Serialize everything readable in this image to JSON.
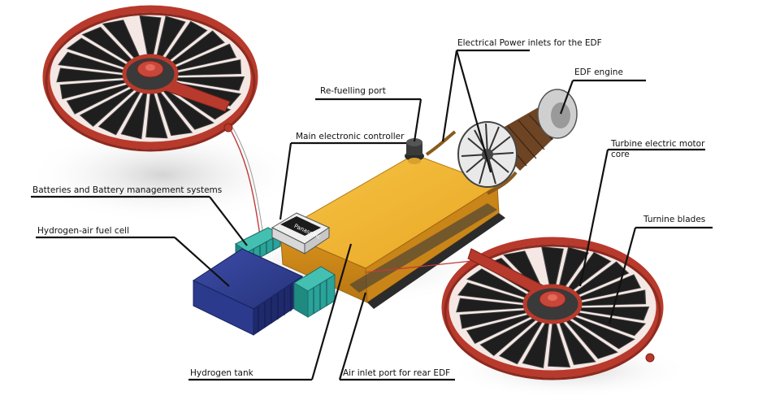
{
  "callouts": {
    "electrical_inlets": "Electrical Power inlets for the EDF",
    "edf_engine": "EDF engine",
    "refuelling_port": "Re-fuelling port",
    "main_controller": "Main electronic controller",
    "batteries": "Batteries and Battery management systems",
    "fuel_cell": "Hydrogen-air fuel cell",
    "motor_core": "Turbine electric motor core",
    "turbine_blades": "Turnine blades",
    "hydrogen_tank": "Hydrogen tank",
    "air_inlet": "Air inlet port for rear EDF"
  },
  "controller_brand": "Panasonic",
  "colors": {
    "fan_ring": "#b83a2c",
    "tank": "#f0b32f",
    "fuel_cell": "#2c3a8a",
    "battery": "#2aa39a",
    "edf_copper": "#7a4a22",
    "leader": "#111111"
  },
  "icons": {
    "fan": "ducted-fan",
    "tank": "hydrogen-tank",
    "fuel_cell": "fuel-cell-stack",
    "edf": "edf-engine"
  }
}
